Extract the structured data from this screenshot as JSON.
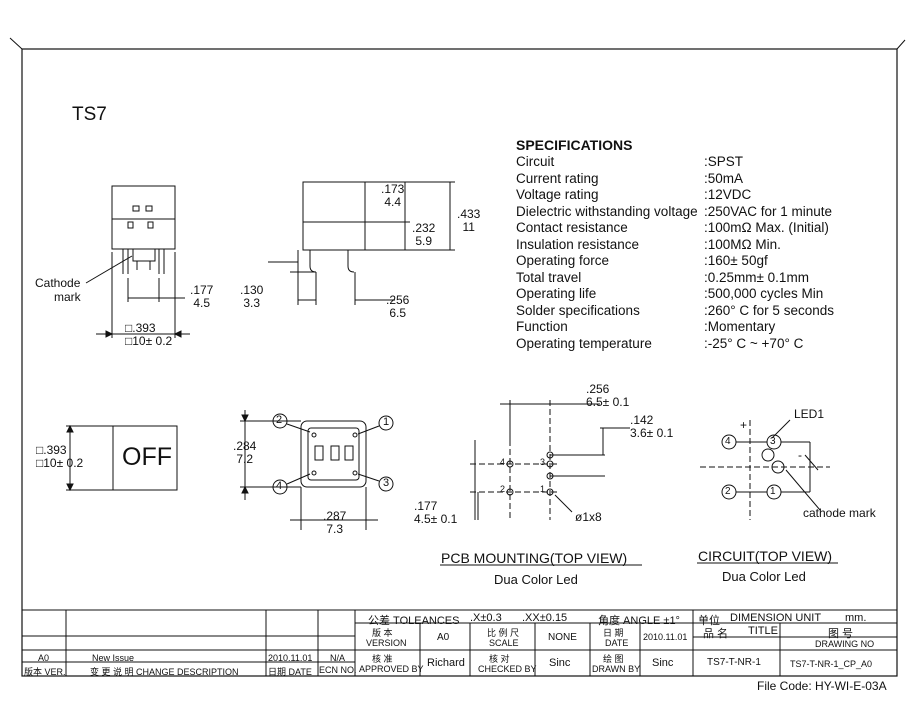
{
  "model": "TS7",
  "specifications": {
    "heading": "SPECIFICATIONS",
    "rows": [
      {
        "label": "Circuit",
        "value": ":SPST"
      },
      {
        "label": "Current rating",
        "value": ":50mA"
      },
      {
        "label": "Voltage rating",
        "value": ":12VDC"
      },
      {
        "label": "Dielectric withstanding voltage",
        "value": ":250VAC for 1 minute"
      },
      {
        "label": "Contact resistance",
        "value": ":100mΩ  Max. (Initial)"
      },
      {
        "label": "Insulation resistance",
        "value": ":100MΩ  Min."
      },
      {
        "label": "Operating force",
        "value": ":160± 50gf"
      },
      {
        "label": "Total travel",
        "value": ":0.25mm± 0.1mm"
      },
      {
        "label": "Operating life",
        "value": ":500,000 cycles Min"
      },
      {
        "label": "Solder specifications",
        "value": ":260° C for 5 seconds"
      },
      {
        "label": "Function",
        "value": ":Momentary"
      },
      {
        "label": "Operating temperature",
        "value": ":-25° C ~ +70° C"
      }
    ]
  },
  "front_view": {
    "cathode_label_1": "Cathode",
    "cathode_label_2": "mark",
    "dim_177_in": ".177",
    "dim_177_mm": "4.5",
    "dim_393_in": ".393",
    "dim_393_mm": "10± 0.2"
  },
  "side_view": {
    "dim_173_in": ".173",
    "dim_173_mm": "4.4",
    "dim_232_in": ".232",
    "dim_232_mm": "5.9",
    "dim_433_in": ".433",
    "dim_433_mm": "11",
    "dim_130_in": ".130",
    "dim_130_mm": "3.3",
    "dim_256_in": ".256",
    "dim_256_mm": "6.5"
  },
  "cap_view": {
    "dim_393_in": ".393",
    "dim_393_mm": "10± 0.2",
    "cap_text": "OFF"
  },
  "top_view": {
    "dim_284_in": ".284",
    "dim_284_mm": "7.2",
    "dim_287_in": ".287",
    "dim_287_mm": "7.3",
    "n1": "1",
    "n2": "2",
    "n3": "3",
    "n4": "4"
  },
  "pcb_mounting": {
    "dim_256_in": ".256",
    "dim_256_mm": "6.5± 0.1",
    "dim_142_in": ".142",
    "dim_142_mm": "3.6± 0.1",
    "dim_177_in": ".177",
    "dim_177_mm": "4.5± 0.1",
    "hole": "ø1x8",
    "p1": "1",
    "p2": "2",
    "p3": "3",
    "p4": "4",
    "caption": "PCB MOUNTING(TOP VIEW)",
    "subcaption": "Dua Color Led"
  },
  "circuit": {
    "led": "LED1",
    "plus": "+",
    "minus": "-",
    "cathode": "cathode mark",
    "p1": "1",
    "p2": "2",
    "p3": "3",
    "p4": "4",
    "caption": "CIRCUIT(TOP VIEW)",
    "subcaption": "Dua Color Led"
  },
  "title_block": {
    "tolerance_cn": "公差 TOLEANCES",
    "tol_x": ".X±0.3",
    "tol_xx": ".XX±0.15",
    "angle": "角度 ANGLE ±1°",
    "unit_cn": "单位",
    "unit_en": "DIMENSION UNIT",
    "unit_value": "mm.",
    "version_cn": "版 本",
    "version_en": "VERSION",
    "version_value": "A0",
    "scale_cn": "比 例 尺",
    "scale_en": "SCALE",
    "scale_value": "NONE",
    "date_cn": "日 期",
    "date_en": "DATE",
    "date_value": "2010.11.01",
    "name_cn": "品  名",
    "name_en": "TITLE",
    "drawing_no_cn": "图  号",
    "drawing_no_en": "DRAWING NO",
    "approved_cn": "核 准",
    "approved_en": "APPROVED BY",
    "approved_value": "Richard",
    "checked_cn": "核 对",
    "checked_en": "CHECKED BY",
    "checked_value": "Sinc",
    "drawn_cn": "绘 图",
    "drawn_en": "DRAWN BY",
    "drawn_value": "Sinc",
    "title_value": "TS7-T-NR-1",
    "drawing_no_value": "TS7-T-NR-1_CP_A0",
    "rev_ver": "A0",
    "rev_desc": "New Issue",
    "rev_date": "2010.11.01",
    "rev_ecn": "N/A",
    "hdr_ver": "版本 VER.",
    "hdr_desc": "变 更 说 明  CHANGE DESCRIPTION",
    "hdr_date": "日期 DATE",
    "hdr_ecn": "ECN NO.",
    "file_code": "File Code: HY-WI-E-03A"
  }
}
